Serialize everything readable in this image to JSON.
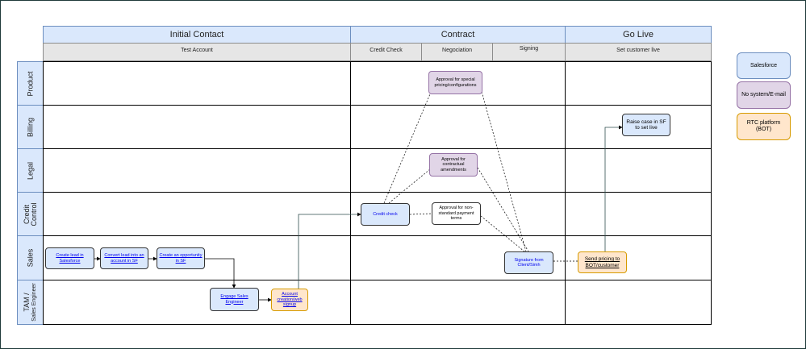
{
  "phases": {
    "initial_contact": "Initial Contact",
    "contract": "Contract",
    "go_live": "Go Live"
  },
  "subphases": {
    "test_account": "Test Account",
    "credit_check": "Credit Check",
    "negociation": "Negociation",
    "signing": "Signing",
    "set_customer_live": "Set customer live"
  },
  "lanes": {
    "product": "Product",
    "billing": "Billing",
    "legal": "Legal",
    "credit_control_1": "Credit",
    "credit_control_2": "Control",
    "sales": "Sales",
    "tam_1": "TAM /",
    "tam_2": "Sales Engineer"
  },
  "nodes": {
    "create_lead": "Create lead in Salesforce",
    "convert_lead": "Convert lead into an account in SF",
    "create_opportunity": "Create an opportunity in SF",
    "engage_se": "Engage Sales Engineer",
    "account_creation": "Account creation/web signup",
    "credit_check": "Credit check",
    "approval_pricing": "Approval for special pricing/configurations",
    "approval_contractual": "Approval for contractual amendments",
    "approval_payment": "Approval for non-standard payment terms",
    "signature": "Signature from Client/Simh",
    "send_pricing": "Send pricing to BOT/customer",
    "raise_case": "Raise case in SF to set live"
  },
  "legend": {
    "salesforce": "Salesforce",
    "no_system": "No system/E-mail",
    "rtc_platform": "RTC platform (BOT)"
  },
  "colors": {
    "salesforce_fill": "#dae8fc",
    "no_system_fill": "#e1d5e7",
    "bot_fill": "#ffe6cc",
    "edge_solid": "#2f4f4f"
  }
}
